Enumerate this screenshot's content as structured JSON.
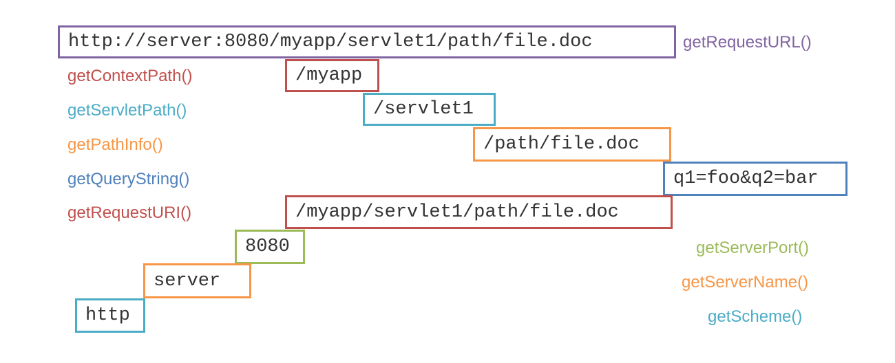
{
  "colors": {
    "purple": "#8064a2",
    "red": "#c0504d",
    "teal": "#4bacc6",
    "orange": "#f79646",
    "blue": "#4f81bd",
    "green": "#9bbb59"
  },
  "boxes": {
    "request_url": "http://server:8080/myapp/servlet1/path/file.doc",
    "context_path": "/myapp",
    "servlet_path": "/servlet1",
    "path_info": "/path/file.doc",
    "query_string": "q1=foo&q2=bar",
    "request_uri": "/myapp/servlet1/path/file.doc",
    "server_port": "8080",
    "server_name": "server",
    "scheme": "http"
  },
  "labels": {
    "get_request_url": "getRequestURL()",
    "get_context_path": "getContextPath()",
    "get_servlet_path": "getServletPath()",
    "get_path_info": "getPathInfo()",
    "get_query_string": "getQueryString()",
    "get_request_uri": "getRequestURI()",
    "get_server_port": "getServerPort()",
    "get_server_name": "getServerName()",
    "get_scheme": "getScheme()"
  }
}
